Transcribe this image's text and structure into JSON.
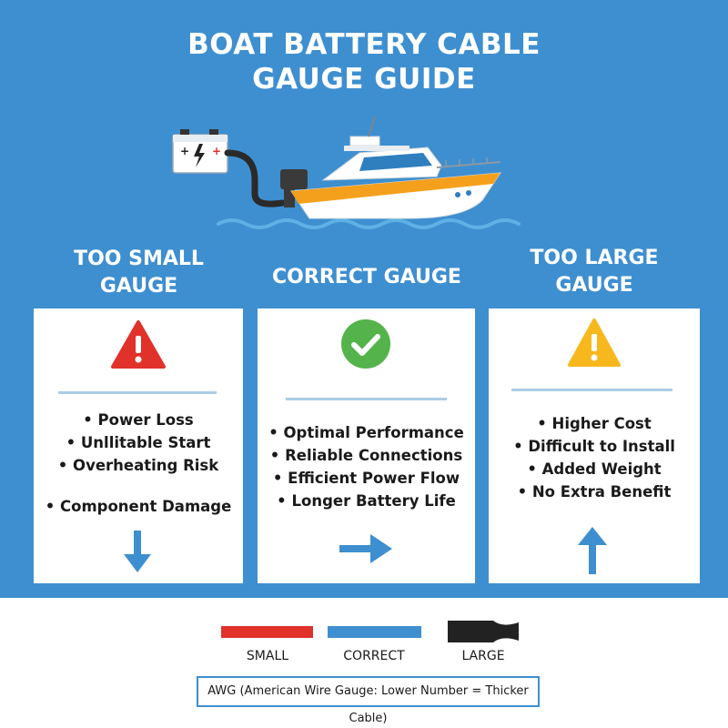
{
  "title": {
    "line1": "BOAT BATTERY CABLE",
    "line2": "GAUGE GUIDE"
  },
  "colors": {
    "background_blue": "#3e8fd0",
    "danger_red": "#e0312b",
    "warning_yellow": "#f6b81c",
    "success_green": "#54b34a",
    "arrow_blue": "#3e8fd0",
    "boat_orange": "#f5a01c"
  },
  "columns": [
    {
      "heading_line1": "TOO SMALL",
      "heading_line2": "GAUGE",
      "icon": "warning-red-icon",
      "items": [
        "Power Loss",
        "Unllitable Start",
        "Overheating Risk",
        "Component Damage"
      ],
      "arrow": "arrow-down-icon"
    },
    {
      "heading_line1": "CORRECT GAUGE",
      "heading_line2": "",
      "icon": "check-circle-icon",
      "items": [
        "Optimal Performance",
        "Reliable Connections",
        "Efficient Power Flow",
        "Longer Battery Life"
      ],
      "arrow": "arrow-right-icon"
    },
    {
      "heading_line1": "TOO LARGE",
      "heading_line2": "GAUGE",
      "icon": "warning-yellow-icon",
      "items": [
        "Higher Cost",
        "Difficult to Install",
        "Added Weight",
        "No Extra Benefit"
      ],
      "arrow": "arrow-up-icon"
    }
  ],
  "legend": [
    {
      "label": "SMALL",
      "color": "#e0312b"
    },
    {
      "label": "CORRECT",
      "color": "#3e8fd0"
    },
    {
      "label": "LARGE",
      "color": "#222222"
    }
  ],
  "footnote": "AWG (American Wire Gauge: Lower Number = Thicker Cable)"
}
